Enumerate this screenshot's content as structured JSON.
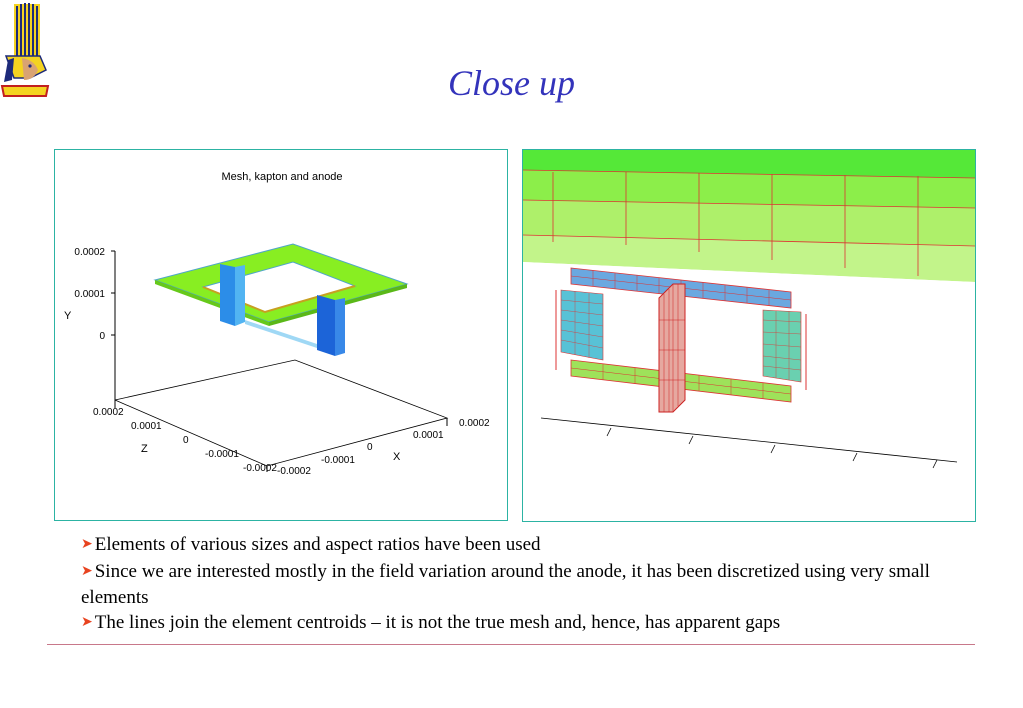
{
  "slide": {
    "title": "Close up"
  },
  "left_plot": {
    "title": "Mesh, kapton and anode",
    "y_axis": {
      "label": "Y",
      "ticks": [
        "0.0002",
        "0.0001",
        "0"
      ]
    },
    "z_axis": {
      "label": "Z",
      "ticks": [
        "0.0002",
        "0.0001",
        "0",
        "-0.0001",
        "-0.0002"
      ]
    },
    "x_axis": {
      "label": "X",
      "ticks": [
        "0.0002",
        "0.0001",
        "0",
        "-0.0001",
        "-0.0002"
      ]
    }
  },
  "bullets": [
    "Elements of various sizes and aspect ratios have been used",
    "Since we are interested mostly in the field variation around the anode, it has been discretized using very small elements",
    "The lines join the element centroids – it is not the true mesh and, hence, has apparent gaps"
  ],
  "icons": {
    "bullet": "arrow-bullet-icon",
    "logo": "pharaoh-logo-icon"
  },
  "colors": {
    "title": "#3333bb",
    "panel_border": "#2cb3a3",
    "bullet_arrow": "#e8431f",
    "footer_rule": "#c8788a"
  }
}
